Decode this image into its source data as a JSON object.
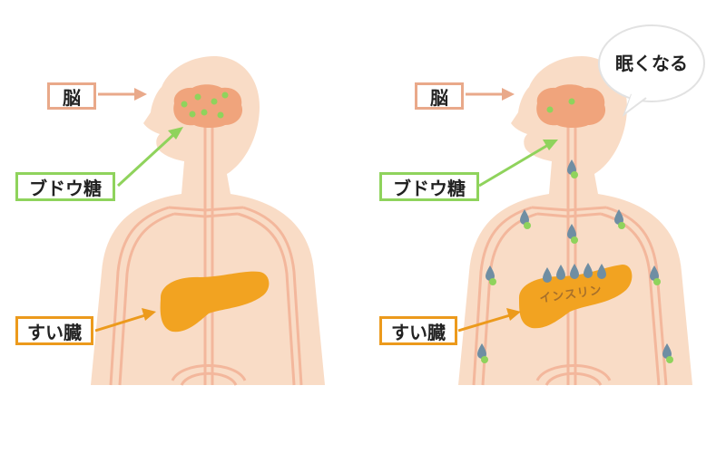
{
  "colors": {
    "skin": "#f9dcc6",
    "vessel": "#f3b79c",
    "brain": "#f0a47c",
    "glucose": "#8fd35c",
    "pancreas": "#f2a321",
    "insulin_drop": "#6f8ea3"
  },
  "left_panel": {
    "brain_label": "脳",
    "glucose_label": "ブドウ糖",
    "pancreas_label": "すい臓"
  },
  "right_panel": {
    "brain_label": "脳",
    "glucose_label": "ブドウ糖",
    "pancreas_label": "すい臓",
    "insulin_label": "インスリン",
    "speech_bubble": "眠くなる"
  }
}
